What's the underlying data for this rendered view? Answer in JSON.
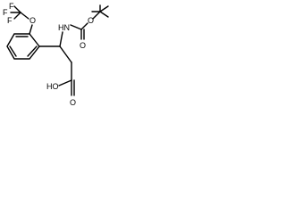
{
  "molecule": {
    "atoms": {
      "f_top": "F",
      "f_mid": "F",
      "f_bottom": "F",
      "o_ether": "O",
      "nh": "HN",
      "o_carbamate": "O",
      "o_carbonyl": "O",
      "acid": "HO",
      "acid_o": "O"
    }
  },
  "colors": {
    "ink": "#000000",
    "background": "#ffffff"
  }
}
